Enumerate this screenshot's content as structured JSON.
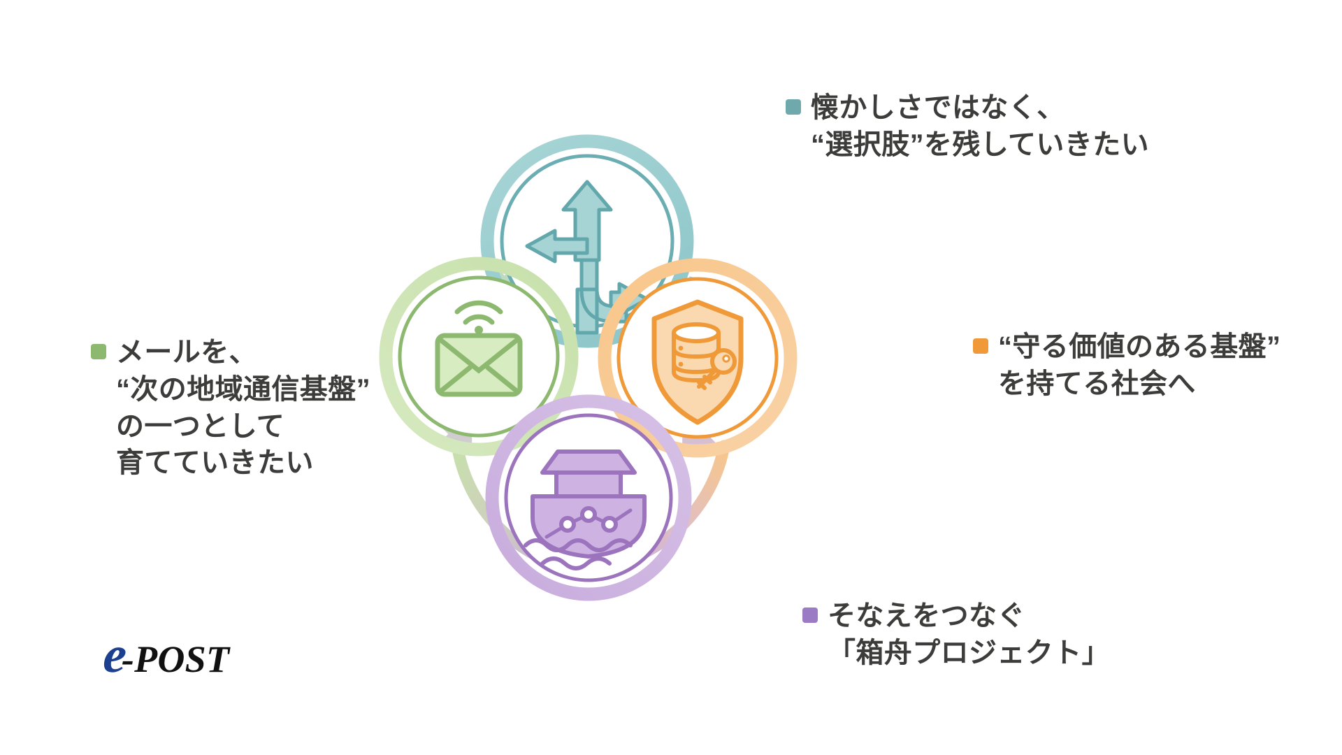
{
  "slide": {
    "background": "#ffffff"
  },
  "brand": {
    "logo_e": "e",
    "logo_post": "-POST",
    "color_e": "#1d3f90",
    "color_post": "#111111"
  },
  "diagram": {
    "type": "cycle",
    "direction": "clockwise",
    "nodes": [
      {
        "id": "mail",
        "position": "left",
        "icon": "mail-antenna-icon",
        "color": "#8cb96f",
        "ring_color": "#c7e0ab",
        "fill": "#ffffff"
      },
      {
        "id": "options",
        "position": "top",
        "icon": "three-way-arrows-icon",
        "color": "#5a9ba2",
        "ring_color": "#a8d5d6",
        "fill": "#ffffff"
      },
      {
        "id": "secure-platform",
        "position": "right",
        "icon": "shield-database-key-icon",
        "color": "#ef9938",
        "ring_color": "#f8c68a",
        "fill": "#ffffff"
      },
      {
        "id": "ark-project",
        "position": "bottom",
        "icon": "ark-boat-network-icon",
        "color": "#9b74bd",
        "ring_color": "#c8acdd",
        "fill": "#ffffff"
      }
    ],
    "connectors": [
      {
        "from": "mail",
        "to": "options",
        "shape": "arc-arrow"
      },
      {
        "from": "options",
        "to": "secure-platform",
        "shape": "arc-arrow"
      },
      {
        "from": "ark-project",
        "to": "secure-platform",
        "shape": "arc-arrow"
      },
      {
        "from": "ark-project",
        "to": "mail",
        "shape": "arc-arrow"
      }
    ]
  },
  "callouts": {
    "top_right": {
      "bullet_color": "#6fa9ad",
      "lines": [
        "懐かしさではなく、",
        "“選択肢”を残していきたい"
      ]
    },
    "right": {
      "bullet_color": "#ef9938",
      "lines": [
        "“守る価値のある基盤”",
        "を持てる社会へ"
      ]
    },
    "bottom_right": {
      "bullet_color": "#9b7cc4",
      "lines": [
        "そなえをつなぐ",
        "「箱舟プロジェクト」"
      ]
    },
    "left": {
      "bullet_color": "#8cb96f",
      "lines": [
        "メールを、",
        "“次の地域通信基盤”",
        "の一つとして",
        "育てていきたい"
      ]
    }
  }
}
